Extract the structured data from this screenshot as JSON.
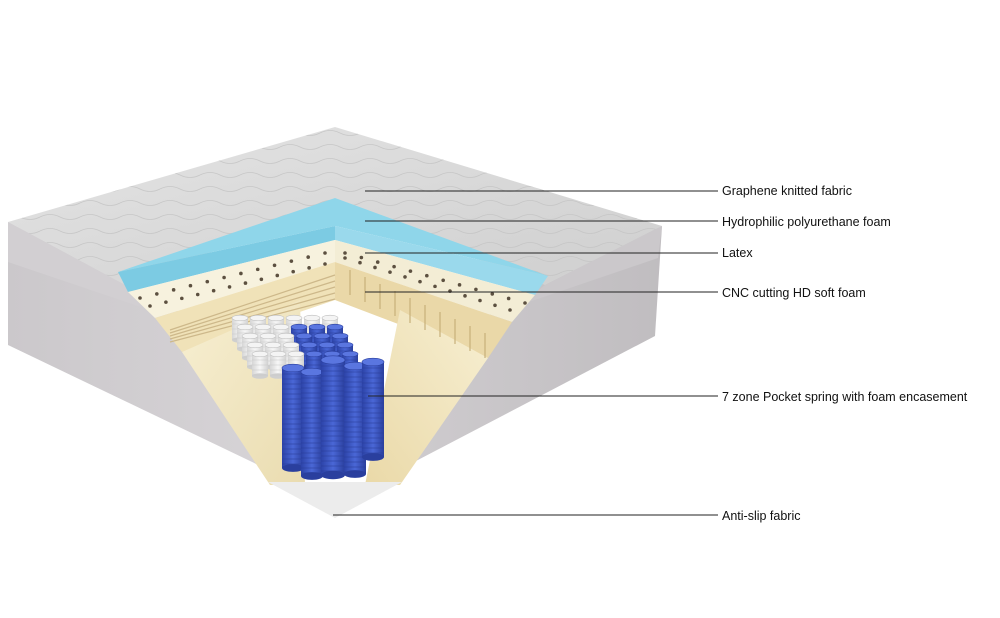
{
  "layers": [
    {
      "label": "Graphene knitted fabric",
      "pointer_icon": "leader-line"
    },
    {
      "label": "Hydrophilic polyurethane foam",
      "pointer_icon": "leader-line"
    },
    {
      "label": "Latex",
      "pointer_icon": "leader-line"
    },
    {
      "label": "CNC cutting HD soft foam",
      "pointer_icon": "leader-line"
    },
    {
      "label": "7 zone Pocket spring with foam encasement",
      "pointer_icon": "leader-line"
    },
    {
      "label": "Anti-slip fabric",
      "pointer_icon": "leader-line"
    }
  ],
  "colors": {
    "fabric_top": "#dcdcdc",
    "fabric_side": "#cfcccf",
    "hydrophilic_foam": "#8fd6ea",
    "latex": "#f7f2de",
    "hd_foam": "#f0e2b8",
    "encasement": "#f5eccb",
    "spring_white": "#eeeeee",
    "spring_blue": "#3a55c4",
    "anti_slip": "#ececec",
    "leader": "#222222"
  }
}
